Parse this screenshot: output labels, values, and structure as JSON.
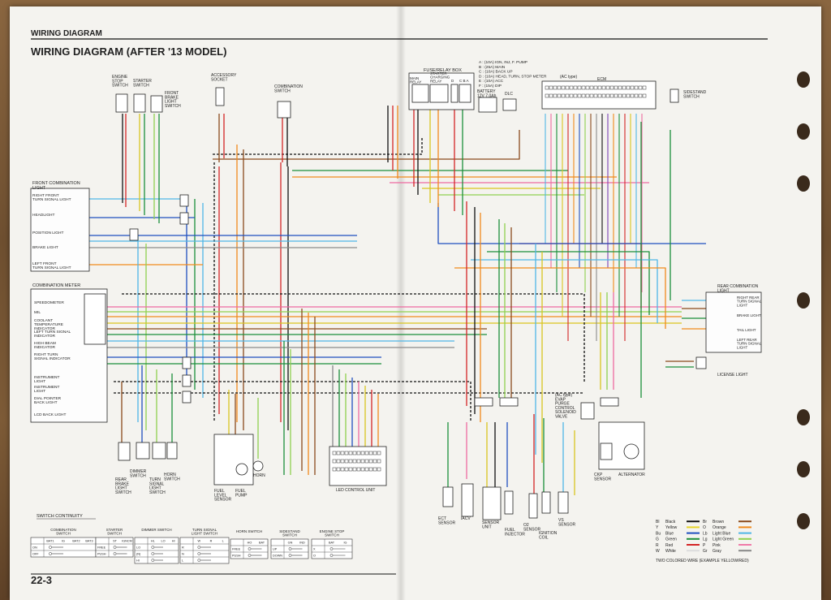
{
  "header": {
    "section": "WIRING DIAGRAM",
    "title": "WIRING DIAGRAM (AFTER '13 MODEL)",
    "page_number": "22-3"
  },
  "components_top": [
    {
      "id": "engine-stop",
      "label": "ENGINE\nSTOP\nSWITCH"
    },
    {
      "id": "starter",
      "label": "STARTER\nSWITCH"
    },
    {
      "id": "front-brake",
      "label": "FRONT\nBRAKE\nLIGHT\nSWITCH"
    },
    {
      "id": "accessory",
      "label": "ACCESSORY\nSOCKET"
    },
    {
      "id": "combination",
      "label": "COMBINATION\nSWITCH"
    },
    {
      "id": "fuse-box",
      "label": "FUSE/RELAY BOX"
    },
    {
      "id": "battery",
      "label": "BATTERY\n12V 7.0Ah"
    },
    {
      "id": "dlc",
      "label": "DLC"
    },
    {
      "id": "ecm",
      "label": "ECM"
    },
    {
      "id": "ac-type",
      "label": "(AC type)"
    },
    {
      "id": "sidestand",
      "label": "SIDESTAND\nSWITCH"
    }
  ],
  "fuse_box_labels": {
    "main_relay": "MAIN\nRELAY",
    "starter_relay": "STARTER\nCHARGING\nRELAY",
    "fuse_d": "D",
    "fuse_cba": "C B A"
  },
  "fuse_legend": [
    "A : (10A) IGN, INJ, F. PUMP",
    "B : (25A) MAIN",
    "C : (10A) BACK UP",
    "D : (10A) HEAD, TURN, STOP METER",
    "E : (10A) ACC",
    "F : (15A) DIP"
  ],
  "front_combination": {
    "title": "FRONT COMBINATION\nLIGHT",
    "items": [
      "RIGHT FRONT\nTURN SIGNAL LIGHT",
      "HEADLIGHT",
      "POSITION LIGHT",
      "BRAKE LIGHT",
      "LEFT FRONT\nTURN SIGNAL LIGHT"
    ]
  },
  "combination_meter": {
    "title": "COMBINATION METER",
    "items": [
      "SPEEDOMETER",
      "MIL",
      "COOLANT\nTEMPERATURE\nINDICATOR",
      "LEFT TURN SIGNAL\nINDICATOR",
      "HIGH BEAM\nINDICATOR",
      "RIGHT TURN\nSIGNAL INDICATOR",
      "INSTRUMENT\nLIGHT",
      "INSTRUMENT\nLIGHT",
      "DIAL POINTER\nBACK LIGHT",
      "LCD BACK LIGHT"
    ]
  },
  "rear_combination": {
    "title": "REAR COMBINATION\nLIGHT",
    "items": [
      "RIGHT REAR\nTURN SIGNAL\nLIGHT",
      "BRAKE LIGHT",
      "TAIL LIGHT",
      "LEFT REAR\nTURN SIGNAL\nLIGHT"
    ],
    "license": "LICENSE LIGHT"
  },
  "components_bottom": [
    {
      "id": "rear-brake",
      "label": "REAR\nBRAKE\nLIGHT\nSWITCH"
    },
    {
      "id": "dimmer",
      "label": "DIMMER\nSWITCH"
    },
    {
      "id": "turn-signal",
      "label": "TURN\nSIGNAL\nLIGHT\nSWITCH"
    },
    {
      "id": "horn-switch",
      "label": "HORN\nSWITCH"
    },
    {
      "id": "fuel-level",
      "label": "FUEL\nLEVEL\nSENSOR"
    },
    {
      "id": "fuel-pump",
      "label": "FUEL\nPUMP"
    },
    {
      "id": "horn",
      "label": "HORN"
    },
    {
      "id": "led-unit",
      "label": "LED CONTROL UNIT"
    },
    {
      "id": "ect",
      "label": "ECT\nSENSOR"
    },
    {
      "id": "iacv",
      "label": "IACV"
    },
    {
      "id": "sensor-unit",
      "label": "SENSOR\nUNIT"
    },
    {
      "id": "injector",
      "label": "FUEL\nINJECTOR"
    },
    {
      "id": "o2",
      "label": "O2\nSENSOR"
    },
    {
      "id": "ignition",
      "label": "IGNITION\nCOIL"
    },
    {
      "id": "vs",
      "label": "VS\nSENSOR"
    },
    {
      "id": "ckp",
      "label": "CKP\nSENSOR"
    },
    {
      "id": "alternator",
      "label": "ALTERNATOR"
    },
    {
      "id": "evap",
      "label": "(AC type)\nEVAP\nPURGE\nCONTROL\nSOLENOID\nVALVE"
    }
  ],
  "switch_continuity": {
    "title": "SWITCH CONTINUITY",
    "tables": [
      {
        "id": "combination",
        "title": "COMBINATION\nSWITCH",
        "rows": [
          "ON",
          "OFF"
        ],
        "cols": [
          "BAT1",
          "IG",
          "BAT2",
          "BAT3"
        ]
      },
      {
        "id": "starter",
        "title": "STARTER\nSWITCH",
        "rows": [
          "FREE",
          "PUSH"
        ],
        "cols": [
          "ST",
          "IGNCM"
        ]
      },
      {
        "id": "dimmer",
        "title": "DIMMER SWITCH",
        "rows": [
          "LO",
          "(N)",
          "HI"
        ],
        "cols": [
          "HL",
          "LO",
          "HI"
        ]
      },
      {
        "id": "turn",
        "title": "TURN SIGNAL\nLIGHT SWITCH",
        "rows": [
          "R",
          "N",
          "L"
        ],
        "cols": [
          "W",
          "R",
          "L"
        ]
      },
      {
        "id": "horn",
        "title": "HORN SWITCH",
        "rows": [
          "FREE",
          "PUSH"
        ],
        "cols": [
          "HO",
          "BAT"
        ]
      },
      {
        "id": "sidestand",
        "title": "SIDESTAND\nSWITCH",
        "rows": [
          "UP",
          "DOWN"
        ],
        "cols": [
          "GN",
          "IND"
        ]
      },
      {
        "id": "enginestop",
        "title": "ENGINE STOP\nSWITCH",
        "rows": [
          "X",
          "O"
        ],
        "cols": [
          "BAT",
          "IG"
        ]
      }
    ]
  },
  "color_legend": {
    "left": [
      {
        "code": "Bl",
        "name": "Black",
        "hex": "#111111"
      },
      {
        "code": "Y",
        "name": "Yellow",
        "hex": "#e8d52a"
      },
      {
        "code": "Bu",
        "name": "Blue",
        "hex": "#1f4fbf"
      },
      {
        "code": "G",
        "name": "Green",
        "hex": "#1b8f3a"
      },
      {
        "code": "R",
        "name": "Red",
        "hex": "#d42525"
      },
      {
        "code": "W",
        "name": "White",
        "hex": "#dddddd"
      }
    ],
    "right": [
      {
        "code": "Br",
        "name": "Brown",
        "hex": "#8a4a1c"
      },
      {
        "code": "O",
        "name": "Orange",
        "hex": "#f08a1c"
      },
      {
        "code": "Lb",
        "name": "Light Blue",
        "hex": "#4fb6e6"
      },
      {
        "code": "Lg",
        "name": "Light Green",
        "hex": "#8fd14f"
      },
      {
        "code": "P",
        "name": "Pink",
        "hex": "#f07aa8"
      },
      {
        "code": "Gr",
        "name": "Gray",
        "hex": "#888888"
      }
    ],
    "note": "TWO COLORED WIRE (EXAMPLE YELLOW/RED)"
  },
  "wire_colors": {
    "black": "#111111",
    "red": "#d42525",
    "green": "#1b8f3a",
    "blue": "#1f4fbf",
    "lightblue": "#4fb6e6",
    "brown": "#8a4a1c",
    "orange": "#f08a1c",
    "yellow": "#d9c51f",
    "pink": "#ee6aa0",
    "lightgreen": "#8fd14f",
    "gray": "#8a8a8a",
    "purple": "#7b3fb5"
  }
}
